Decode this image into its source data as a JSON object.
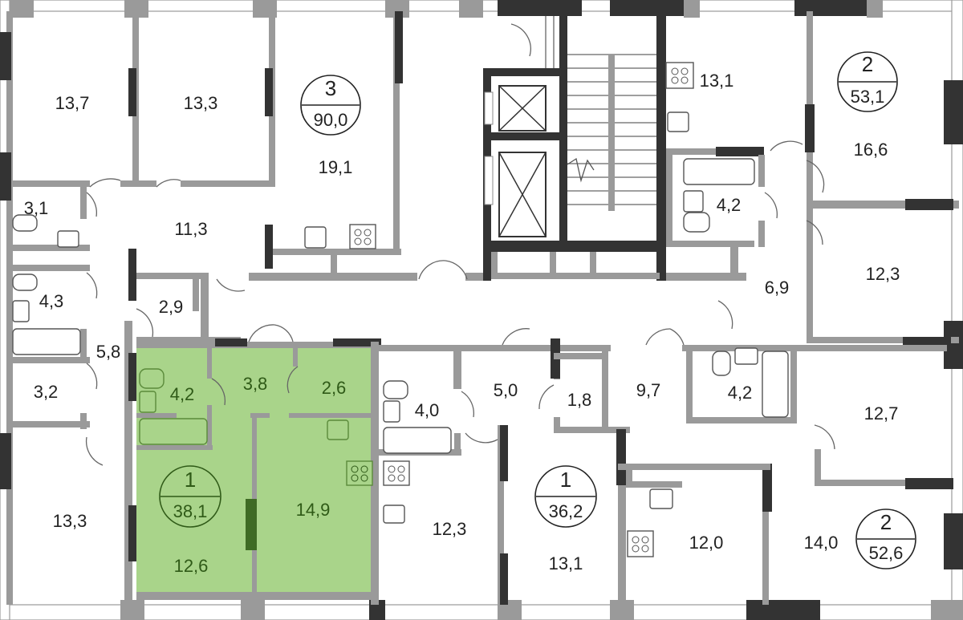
{
  "plan": {
    "highlight_color": "#a9d48a",
    "wall_color": "#9a9a9a",
    "wall_dark_color": "#333333"
  },
  "apartments": [
    {
      "rooms": "3",
      "area": "90,0"
    },
    {
      "rooms": "2",
      "area": "53,1"
    },
    {
      "rooms": "1",
      "area": "38,1"
    },
    {
      "rooms": "1",
      "area": "36,2"
    },
    {
      "rooms": "2",
      "area": "52,6"
    }
  ],
  "rooms": {
    "r1": "13,7",
    "r2": "13,3",
    "r3": "19,1",
    "r4": "13,1",
    "r5": "16,6",
    "r6": "3,1",
    "r7": "11,3",
    "r8": "4,2",
    "r9": "4,3",
    "r10": "2,9",
    "r11": "6,9",
    "r12": "12,3",
    "r13": "5,8",
    "r14": "3,2",
    "r15": "4,2",
    "r16": "3,8",
    "r17": "2,6",
    "r18": "4,0",
    "r19": "5,0",
    "r20": "1,8",
    "r21": "9,7",
    "r22": "4,2",
    "r23": "12,7",
    "r24": "14,9",
    "r25": "12,6",
    "r26": "13,3",
    "r27": "12,3",
    "r28": "13,1",
    "r29": "12,0",
    "r30": "14,0"
  },
  "icons": {
    "toilet": "toilet-icon",
    "sink": "sink-icon",
    "bathtub": "bathtub-icon",
    "stove": "stove-icon",
    "elevator": "elevator-icon",
    "stairs": "stairs-icon",
    "door": "door-icon"
  }
}
